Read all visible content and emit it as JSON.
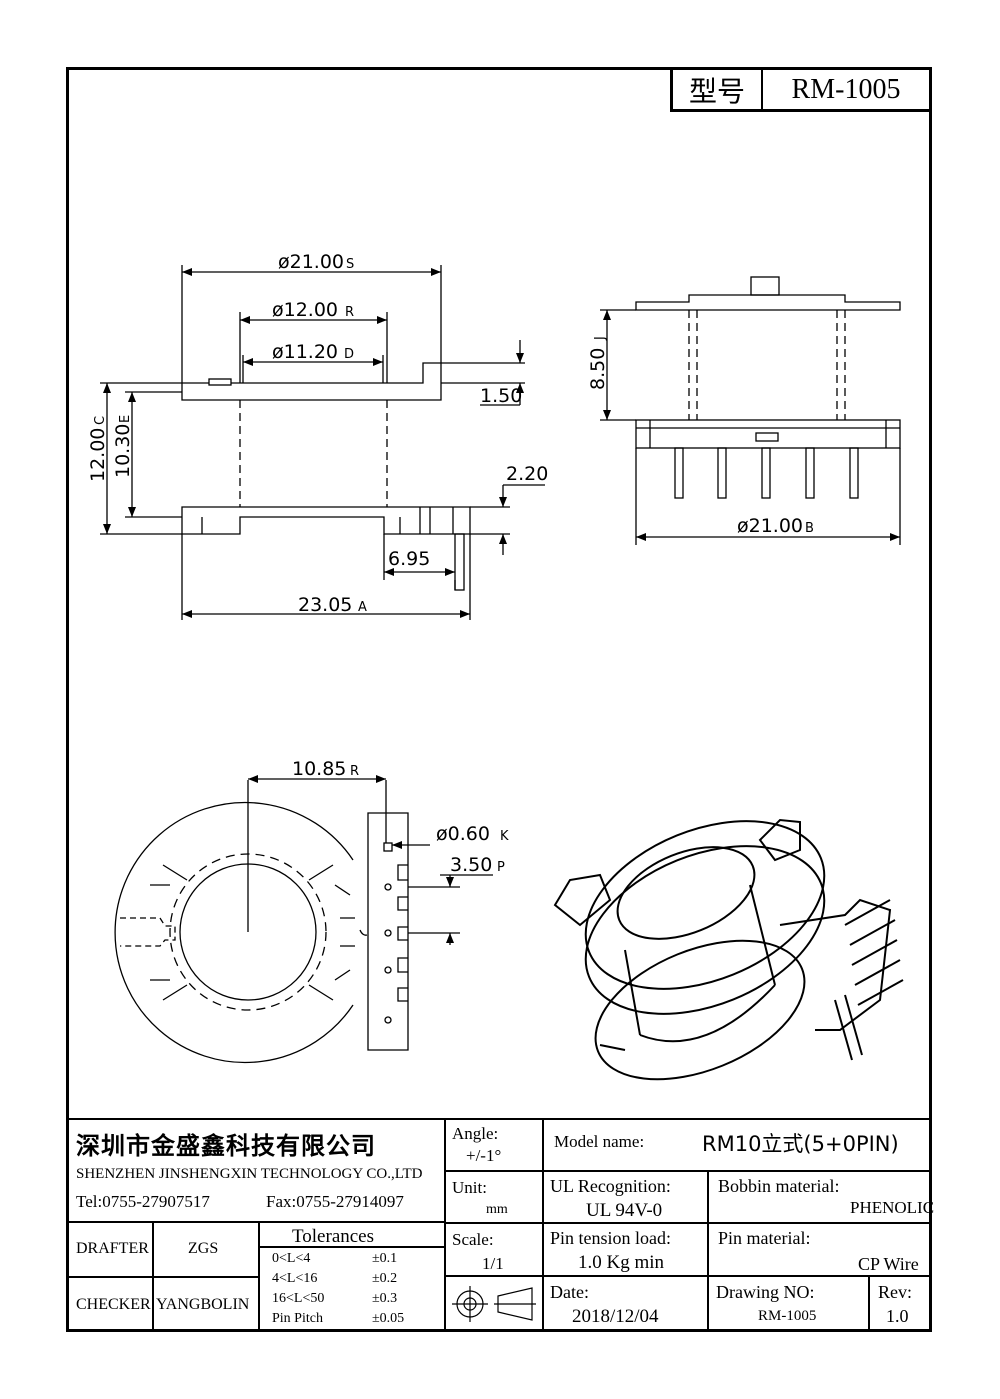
{
  "header": {
    "model_label": "型号",
    "model_value": "RM-1005"
  },
  "dimensions": {
    "d_flange": "ø21.00",
    "d_flange_mark": "S",
    "d_outer": "ø12.00",
    "d_outer_mark": "R",
    "d_inner": "ø11.20",
    "d_inner_mark": "D",
    "height_total": "12.00",
    "height_total_mark": "C",
    "height_winding": "10.30",
    "height_winding_mark": "E",
    "flange_thick": "1.50",
    "pin_dim": "2.20",
    "pin_offset": "6.95",
    "total_width": "23.05",
    "total_width_mark": "A",
    "side_height": "8.50",
    "side_height_mark": "J",
    "side_width": "ø21.00",
    "side_width_mark": "B",
    "center_offset": "10.85",
    "center_offset_mark": "R",
    "pin_dia": "ø0.60",
    "pin_dia_mark": "K",
    "pin_pitch": "3.50",
    "pin_pitch_mark": "P"
  },
  "company": {
    "name_cn": "深圳市金盛鑫科技有限公司",
    "name_en": "SHENZHEN JINSHENGXIN TECHNOLOGY CO.,LTD",
    "tel": "Tel:0755-27907517",
    "fax": "Fax:0755-27914097"
  },
  "titleblock": {
    "angle_label": "Angle:",
    "angle_value": "+/-1°",
    "unit_label": "Unit:",
    "unit_value": "mm",
    "scale_label": "Scale:",
    "scale_value": "1/1",
    "model_name_label": "Model name:",
    "model_name_value": "RM10立式(5+0PIN)",
    "ul_label": "UL Recognition:",
    "ul_value": "UL 94V-0",
    "bobbin_label": "Bobbin material:",
    "bobbin_value": "PHENOLIC",
    "pin_tension_label": "Pin tension load:",
    "pin_tension_value": "1.0 Kg min",
    "pin_material_label": "Pin material:",
    "pin_material_value": "CP Wire",
    "date_label": "Date:",
    "date_value": "2018/12/04",
    "drawing_no_label": "Drawing NO:",
    "drawing_no_value": "RM-1005",
    "rev_label": "Rev:",
    "rev_value": "1.0",
    "drafter_label": "DRAFTER",
    "drafter_value": "ZGS",
    "checker_label": "CHECKER",
    "checker_value": "YANGBOLIN",
    "tolerances_title": "Tolerances",
    "tolerances": [
      {
        "range": "0<L<4",
        "value": "±0.1"
      },
      {
        "range": "4<L<16",
        "value": "±0.2"
      },
      {
        "range": "16<L<50",
        "value": "±0.3"
      },
      {
        "range": "Pin Pitch",
        "value": "±0.05"
      }
    ]
  }
}
